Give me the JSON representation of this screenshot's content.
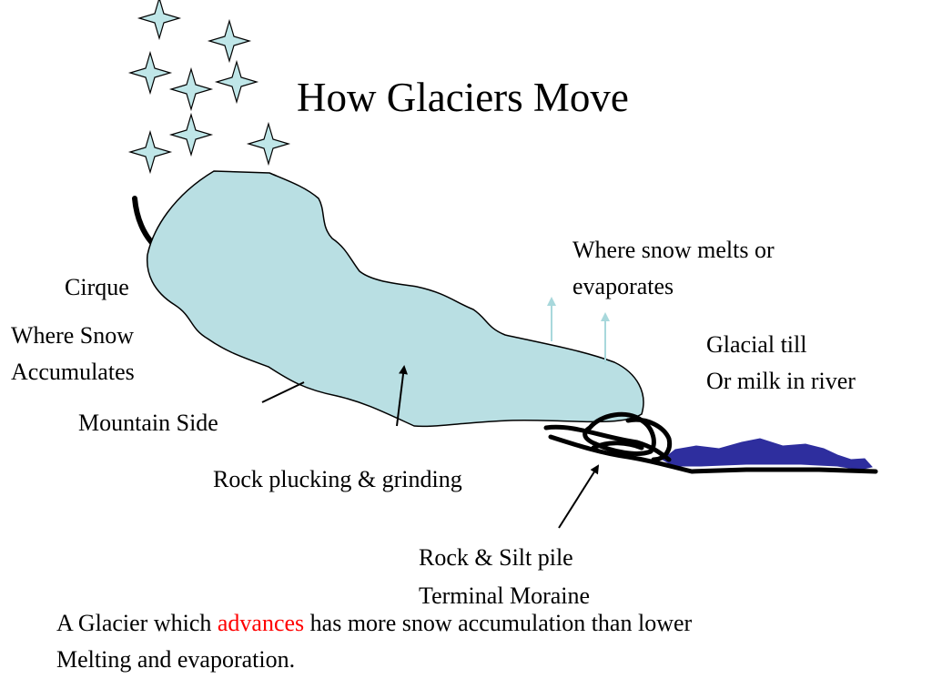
{
  "title": "How Glaciers Move",
  "labels": {
    "cirque": "Cirque",
    "accumulates_line1": "Where Snow",
    "accumulates_line2": "Accumulates",
    "mountain_side": "Mountain Side",
    "plucking": "Rock plucking & grinding",
    "melts_line1": "Where snow melts or",
    "melts_line2": "evaporates",
    "till_line1": "Glacial till",
    "till_line2": "Or milk in river",
    "moraine_line1": "Rock & Silt pile",
    "moraine_line2": "Terminal Moraine"
  },
  "caption": {
    "before": "A Glacier which ",
    "highlight": "advances",
    "after": " has more snow accumulation than lower",
    "line2": "Melting and evaporation."
  },
  "colors": {
    "glacier": "#b9dfe3",
    "snowflake": "#bfe6e8",
    "river": "#2e2e9e",
    "highlight": "#ff0000",
    "vapor_arrow": "#a8d8dc"
  },
  "icons": [
    "snowflake-icon",
    "vapor-arrow-icon",
    "pointer-arrow-icon"
  ]
}
